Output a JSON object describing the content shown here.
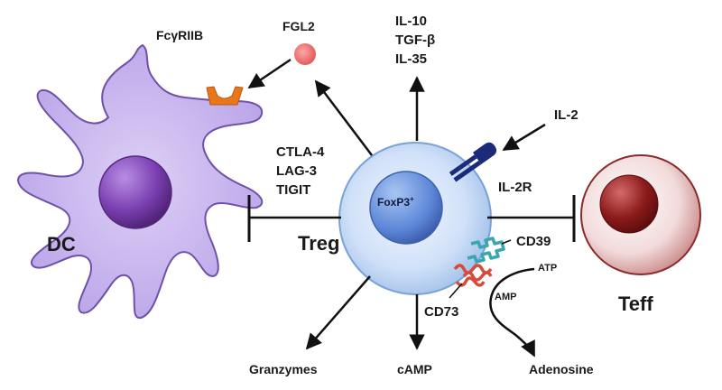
{
  "cells": {
    "dc": "DC",
    "treg": "Treg",
    "teff": "Teff",
    "foxp3": "FoxP3",
    "foxp3_sup": "+"
  },
  "molecules": {
    "fcgr": "FcγRIIB",
    "fgl2": "FGL2",
    "il2": "IL-2",
    "il2r": "IL-2R",
    "cd39": "CD39",
    "cd73": "CD73",
    "atp": "ATP",
    "amp": "AMP"
  },
  "secreted": {
    "cytokines": [
      "IL-10",
      "TGF-β",
      "IL-35"
    ],
    "granzymes": "Granzymes",
    "camp": "cAMP",
    "adenosine": "Adenosine"
  },
  "checkpoints": [
    "CTLA-4",
    "LAG-3",
    "TIGIT"
  ],
  "colors": {
    "dc_fill": "#c9b6ee",
    "dc_nucleus": "#7a3fb0",
    "treg_fill": "#c8dcf6",
    "treg_nucleus": "#5a84d6",
    "teff_nucleus": "#8b1a1a",
    "fcgr_receptor": "#e8761a",
    "fgl2_dot": "#f07878",
    "il2r_receptor": "#1c2a7a",
    "cd39": "#3aa6b0",
    "cd73": "#d84a3a"
  }
}
